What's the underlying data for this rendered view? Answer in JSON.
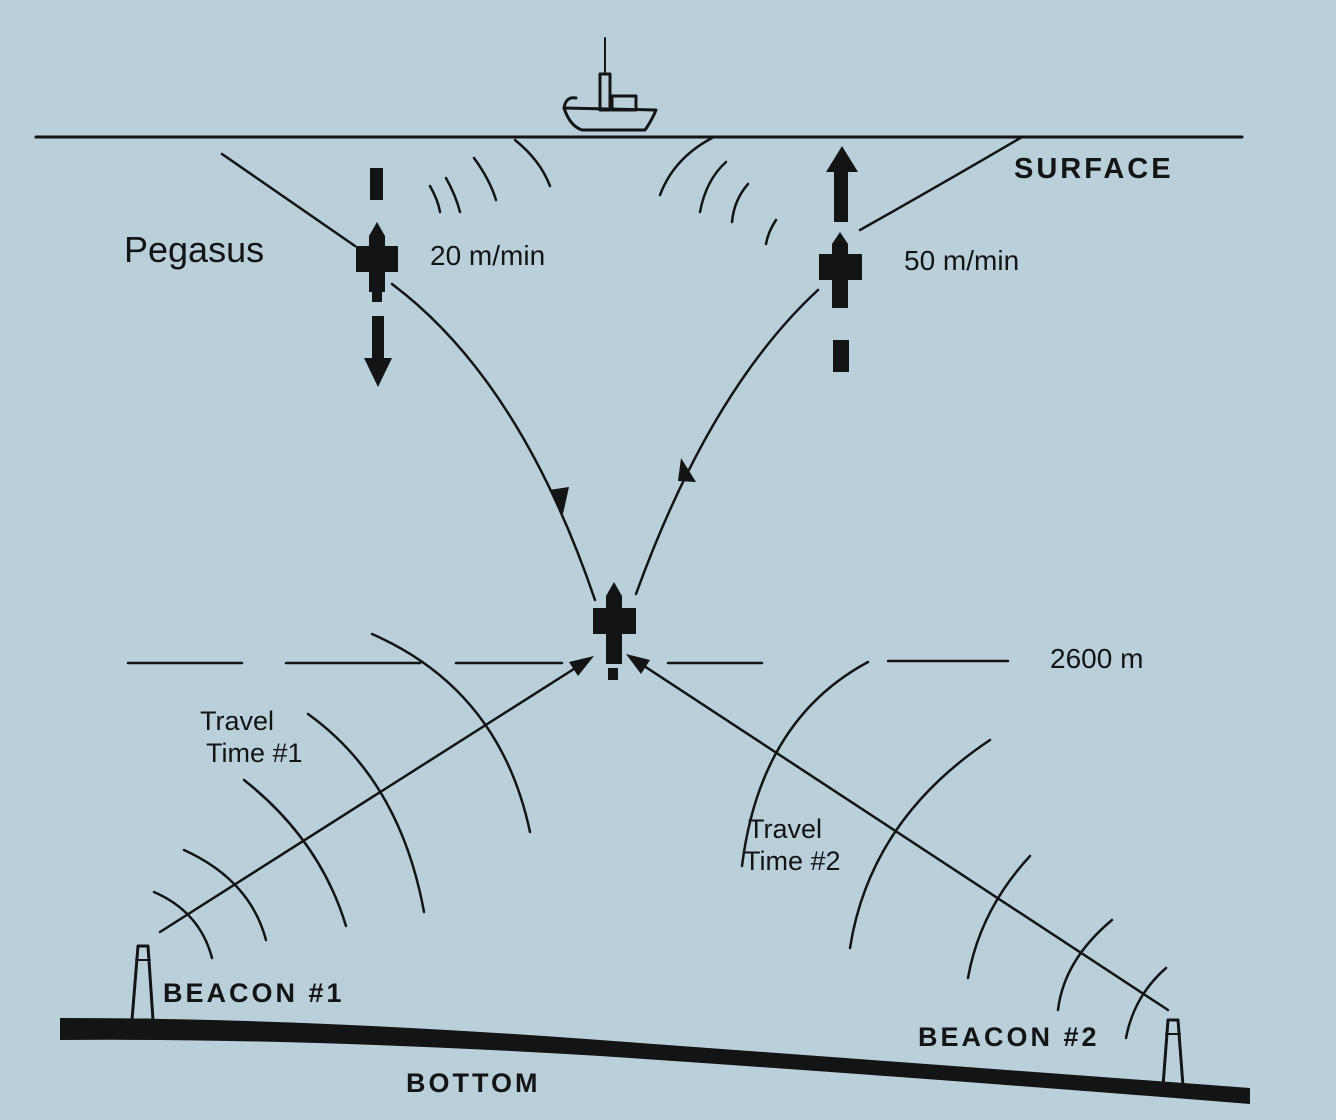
{
  "labels": {
    "surface": "SURFACE",
    "pegasus": "Pegasus",
    "descent_speed": "20 m/min",
    "ascent_speed": "50 m/min",
    "depth": "2600 m",
    "travel_time_1_line1": "Travel",
    "travel_time_1_line2": "Time #1",
    "travel_time_2_line1": "Travel",
    "travel_time_2_line2": "Time #2",
    "beacon_1": "BEACON #1",
    "beacon_2": "BEACON #2",
    "bottom": "BOTTOM"
  },
  "colors": {
    "background": "#b9d0db",
    "ink": "#141414"
  }
}
